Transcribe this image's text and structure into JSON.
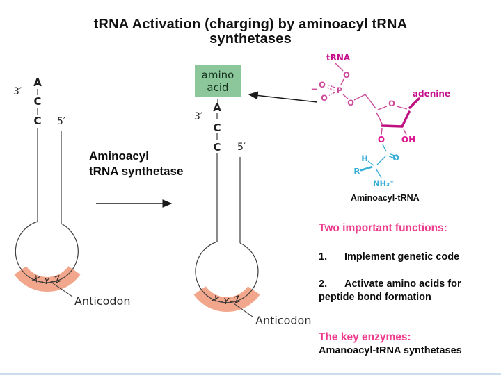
{
  "slide": {
    "title_line1": "tRNA Activation (charging) by aminoacyl tRNA",
    "title_line2": "synthetases"
  },
  "left_trna": {
    "three_prime_label": "3′",
    "five_prime_label": "5′",
    "bases": [
      "A",
      "C",
      "C"
    ],
    "anticodon_sequence": "X–Y–Z",
    "anticodon_label": "Anticodon"
  },
  "reaction": {
    "enzyme_line1": "Aminoacyl",
    "enzyme_line2": "tRNA synthetase"
  },
  "charged_trna": {
    "amino_acid_line1": "amino",
    "amino_acid_line2": "acid",
    "three_prime_label": "3′",
    "five_prime_label": "5′",
    "bases": [
      "A",
      "C",
      "C"
    ],
    "anticodon_sequence": "X–Y–Z",
    "anticodon_label": "Anticodon"
  },
  "structure": {
    "trna_label": "tRNA",
    "minus_charge": "−",
    "o_atom": "O",
    "p_atom": "P",
    "adenine_label": "adenine",
    "oh_group": "OH",
    "h_atom": "H",
    "r_group": "R",
    "amino_group": "NH₃⁺",
    "caption": "Aminoacyl-tRNA"
  },
  "notes": {
    "functions_heading": "Two important functions:",
    "item1_number": "1.",
    "item1_text": "Implement genetic code",
    "item2_number": "2.",
    "item2_line1": "Activate amino acids for",
    "item2_line2": "peptide bond formation",
    "enzymes_heading": "The key enzymes:",
    "enzymes_line": "Amanoacyl-tRNA synthetases"
  },
  "colors": {
    "heading_pink": "#ee3a8c",
    "structure_pink": "#cc4b9b",
    "structure_magenta": "#c5108c",
    "structure_bold_magenta": "#bf1080",
    "structure_cyan": "#39b0d8",
    "anticodon_band": "#f2a78c",
    "amino_acid_green": "#8cc79b"
  }
}
